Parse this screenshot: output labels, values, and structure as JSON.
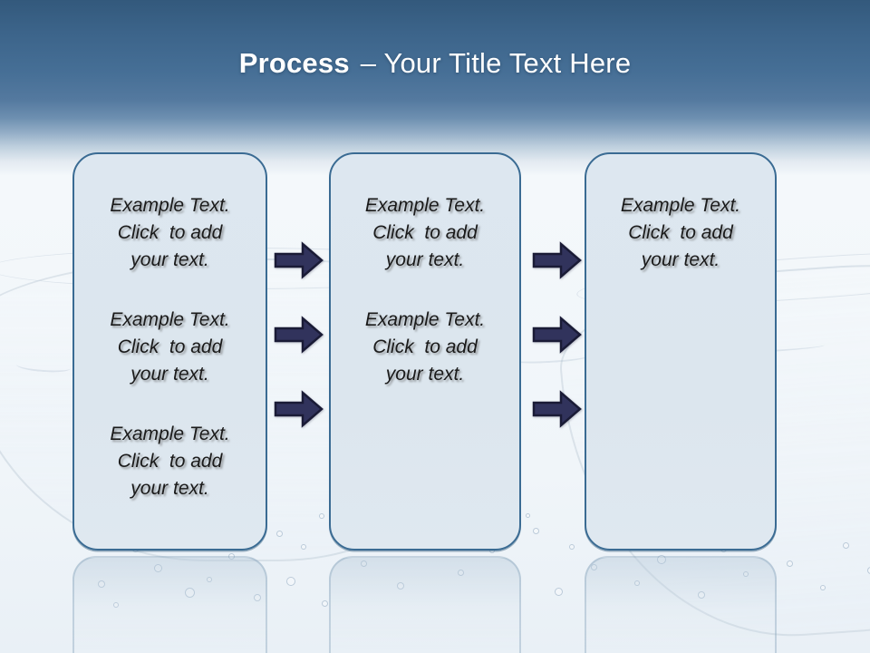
{
  "slide": {
    "title": {
      "emphasis": "Process",
      "rest": "– Your Title Text Here"
    }
  },
  "panels": [
    {
      "name": "step-1",
      "blocks": [
        {
          "lines": [
            "Example Text.",
            "Click  to add",
            "your text."
          ]
        },
        {
          "lines": [
            "Example Text.",
            "Click  to add",
            "your text."
          ]
        },
        {
          "lines": [
            "Example Text.",
            "Click  to add",
            "your text."
          ]
        }
      ]
    },
    {
      "name": "step-2",
      "blocks": [
        {
          "lines": [
            "Example Text.",
            "Click  to add",
            "your text."
          ]
        },
        {
          "lines": [
            "Example Text.",
            "Click  to add",
            "your text."
          ]
        }
      ]
    },
    {
      "name": "step-3",
      "blocks": [
        {
          "lines": [
            "Example Text.",
            "Click  to add",
            "your text."
          ]
        }
      ]
    }
  ],
  "arrows": {
    "icon": "right-arrow-icon",
    "direction": "right",
    "columns": 2,
    "per_column": 3
  },
  "colors": {
    "header_top": "#33597c",
    "panel_fill": "#dce6ee",
    "panel_border": "#3a6b93",
    "arrow_fill": "#31335c",
    "arrow_border": "#1a1b36",
    "title_text": "#ffffff",
    "body_text": "#1a1a1a"
  }
}
